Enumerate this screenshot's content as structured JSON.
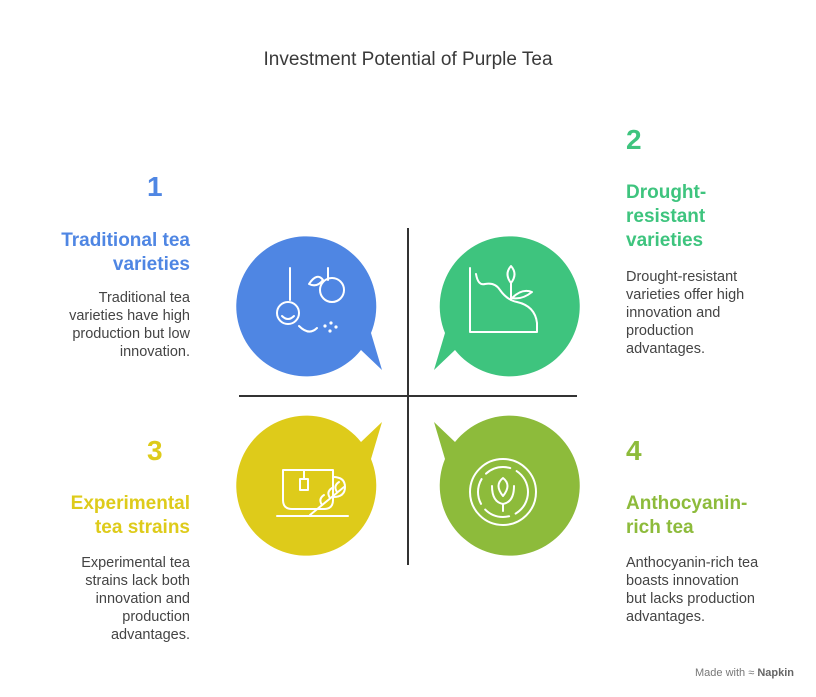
{
  "title": "Investment Potential of Purple Tea",
  "quadrants": [
    {
      "number": "1",
      "heading_lines": [
        "Traditional tea",
        "varieties"
      ],
      "description_lines": [
        "Traditional tea",
        "varieties have high",
        "production but low",
        "innovation."
      ],
      "color": "#4F86E3",
      "icon": "tea-pouring-icon"
    },
    {
      "number": "2",
      "heading_lines": [
        "Drought-",
        "resistant",
        "varieties"
      ],
      "description_lines": [
        "Drought-resistant",
        "varieties offer high",
        "innovation and",
        "production",
        "advantages."
      ],
      "color": "#3EC47E",
      "icon": "plant-on-hill-icon"
    },
    {
      "number": "3",
      "heading_lines": [
        "Experimental",
        "tea strains"
      ],
      "description_lines": [
        "Experimental tea",
        "strains lack both",
        "innovation and",
        "production",
        "advantages."
      ],
      "color": "#DECB1A",
      "icon": "tea-cup-leaf-icon"
    },
    {
      "number": "4",
      "heading_lines": [
        "Anthocyanin-",
        "rich tea"
      ],
      "description_lines": [
        "Anthocyanin-rich tea",
        "boasts innovation",
        "but lacks production",
        "advantages."
      ],
      "color": "#8DBB3B",
      "icon": "leaf-in-circle-icon"
    }
  ],
  "footer": {
    "made_with": "Made with",
    "brand": "Napkin"
  }
}
